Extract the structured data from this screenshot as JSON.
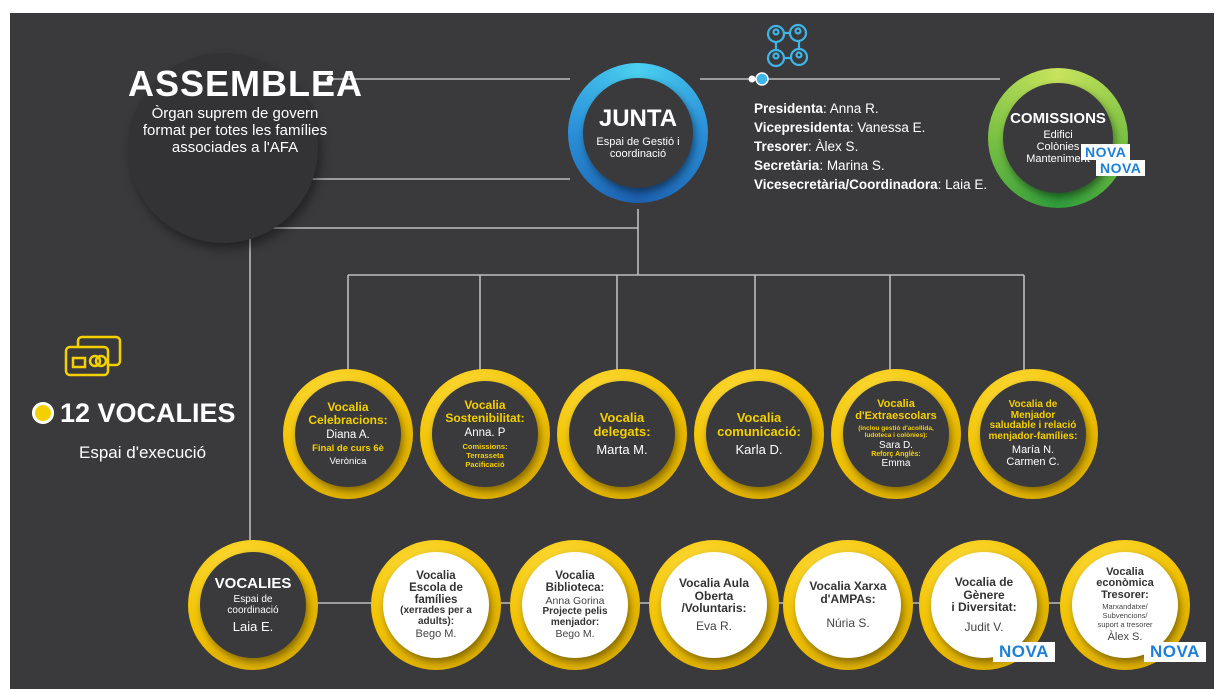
{
  "assemblea": {
    "title": "ASSEMBLEA",
    "desc1": "Òrgan suprem de govern",
    "desc2": "format per totes les famílies",
    "desc3": "associades a l'AFA"
  },
  "junta": {
    "title": "JUNTA",
    "sub1": "Espai de Gestió i",
    "sub2": "coordinació",
    "members": [
      {
        "role": "Presidenta",
        "name": ": Anna R."
      },
      {
        "role": "Vicepresidenta",
        "name": ": Vanessa E."
      },
      {
        "role": "Tresorer",
        "name": ": Àlex S."
      },
      {
        "role": "Secretària",
        "name": ": Marina S."
      },
      {
        "role": "Vicesecretària/Coordinadora",
        "name": ": Laia E."
      }
    ]
  },
  "comissions": {
    "title": "COMISSIONS",
    "items": [
      "Edifici",
      "Colònies",
      "Manteniment"
    ]
  },
  "nova": "NOVA",
  "vocalies_header": {
    "title": "12 VOCALIES",
    "subtitle": "Espai d'execució"
  },
  "coord": {
    "title": "VOCALIES",
    "sub1": "Espai de",
    "sub2": "coordinació",
    "name": "Laia E."
  },
  "row1": [
    {
      "t1": "Vocalia",
      "t2": "Celebracions:",
      "name": "Diana A.",
      "extra1": "Final de curs 6è",
      "extra2": "Verònica"
    },
    {
      "t1": "Vocalia",
      "t2": "Sostenibilitat:",
      "name": "Anna. P",
      "extra1": "Comissions:",
      "extra2": "Terrasseta",
      "extra3": "Pacificació"
    },
    {
      "t1": "Vocalia",
      "t2": "delegats:",
      "name": "Marta M."
    },
    {
      "t1": "Vocalia",
      "t2": "comunicació:",
      "name": "Karla D."
    },
    {
      "t1": "Vocalia",
      "t2": "d'Extraescolars",
      "note1": "(inclou gestió d'acollida,",
      "note2": "ludoteca i colònies):",
      "name": "Sara D.",
      "extra1": "Reforç Anglès:",
      "extra2": "Emma"
    },
    {
      "t1": "Vocalia de",
      "t2": "Menjador",
      "t3": "saludable i relació",
      "t4": "menjador-famílies:",
      "name": "María N.",
      "name2": "Carmen C."
    }
  ],
  "row2": [
    {
      "t1": "Vocalia",
      "t2": "Escola de",
      "t3": "famílies",
      "t4": "(xerrades per a",
      "t5": "adults):",
      "name": "Bego M."
    },
    {
      "t1": "Vocalia",
      "t2": "Biblioteca:",
      "name": "Anna Gorina",
      "extra1": "Projecte pelis",
      "extra2": "menjador:",
      "name2": "Bego M."
    },
    {
      "t1": "Vocalia Aula",
      "t2": "Oberta",
      "t3": "/Voluntaris:",
      "name": "Eva R."
    },
    {
      "t1": "Vocalia Xarxa",
      "t2": "d'AMPAs:",
      "name": "Núria S."
    },
    {
      "t1": "Vocalia de",
      "t2": "Gènere",
      "t3": "i Diversitat:",
      "name": "Judit V."
    },
    {
      "t1": "Vocalia",
      "t2": "econòmica",
      "t3": "Tresorer:",
      "note1": "Marxandatxe/",
      "note2": "Subvencions/",
      "note3": "suport a tresorer",
      "name": "Àlex S."
    }
  ],
  "colors": {
    "background": "#3a3a3c",
    "yellow": "#f5d000",
    "junta_blue": "#2a8fd8",
    "comissions_green": "#7ac143",
    "nova_blue": "#1e7fd6",
    "line": "#bdbdbd"
  },
  "icons": [
    "people-network-icon",
    "cards-icon",
    "bullet-dot-icon"
  ]
}
